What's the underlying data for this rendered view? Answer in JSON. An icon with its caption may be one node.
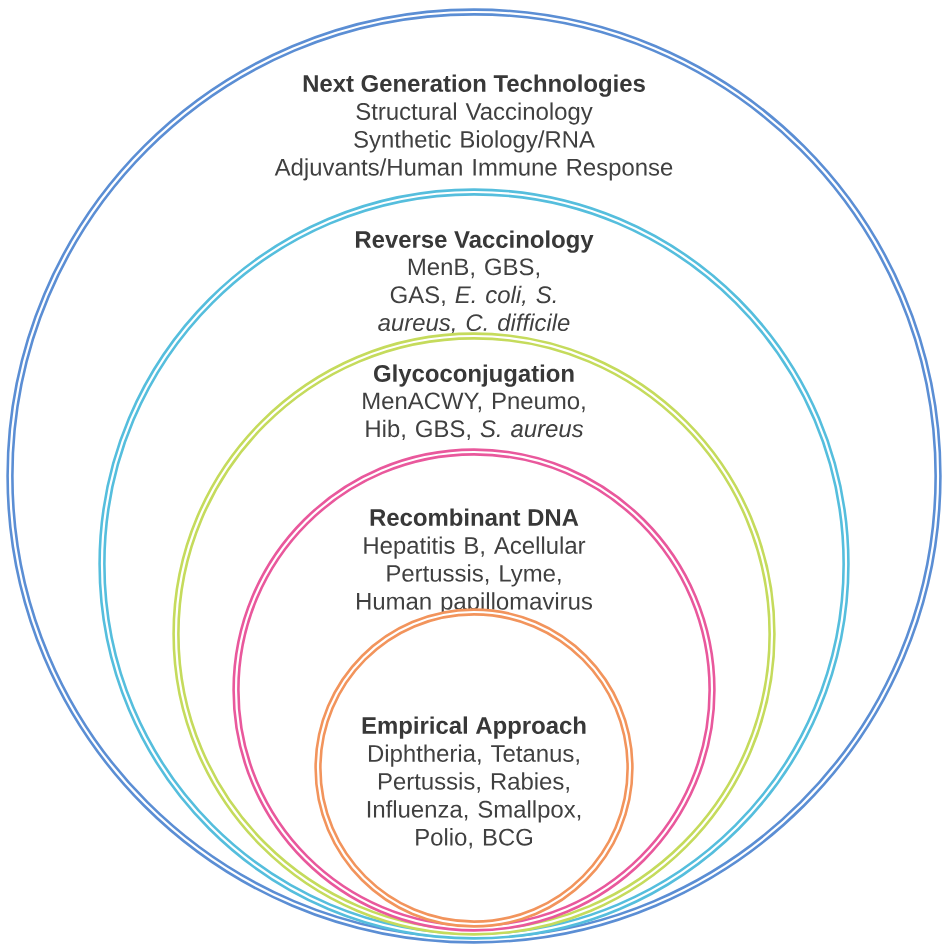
{
  "diagram": {
    "nodes": [
      {
        "text": [
          "Next Generation Technologies",
          "Structural Vaccinology Synthetic Biology/RNA Adjuvants/Human Immune Response"
        ]
      },
      {
        "text": [
          "Reverse Vaccinology",
          "MenB, GBS, GAS, *E. coli, S. aureus, C. difficile*"
        ],
        "in": 0
      },
      {
        "text": [
          "Glycoconjugation",
          "MenACWY, Pneumo, Hib, GBS, *S. aureus*"
        ],
        "in": 1
      },
      {
        "text": [
          "Recombinant DNA",
          "Hepatitis B, Acellular Pertussis, Lyme, Human papillomavirus"
        ],
        "in": 2
      },
      {
        "text": [
          "Empirical Approach",
          "Diphtheria, Tetanus, Pertussis, Rabies, Influenza, Smallpox, Polio, BCG"
        ],
        "in": 3
      }
    ]
  }
}
